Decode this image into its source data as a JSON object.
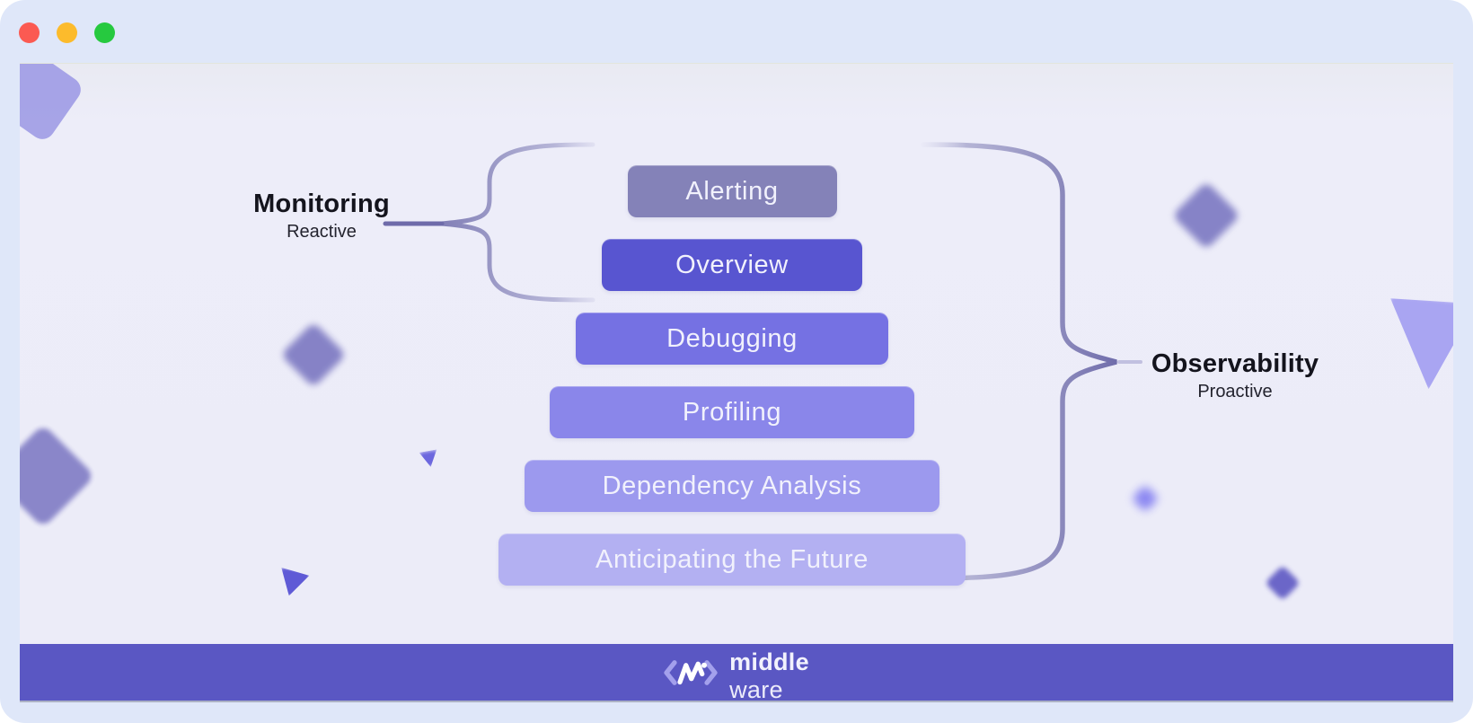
{
  "window": {
    "controls": [
      {
        "name": "close",
        "color": "#FB5A52"
      },
      {
        "name": "minimize",
        "color": "#FCBB2C"
      },
      {
        "name": "zoom",
        "color": "#26C93F"
      }
    ]
  },
  "diagram": {
    "left_label": {
      "title": "Monitoring",
      "subtitle": "Reactive"
    },
    "right_label": {
      "title": "Observability",
      "subtitle": "Proactive"
    },
    "stack": [
      {
        "label": "Alerting",
        "color": "#8482B8"
      },
      {
        "label": "Overview",
        "color": "#5855D0"
      },
      {
        "label": "Debugging",
        "color": "#7571E3"
      },
      {
        "label": "Profiling",
        "color": "#8A86EA"
      },
      {
        "label": "Dependency Analysis",
        "color": "#9C99EE"
      },
      {
        "label": "Anticipating the Future",
        "color": "#B3B0F2"
      }
    ]
  },
  "footer": {
    "brand_bold": "middle",
    "brand_light": "ware",
    "bar_color": "#5A57C3",
    "logo": "middleware-logo"
  },
  "theme": {
    "frame_color": "#DFE7F9",
    "slide_color": "#EDEDF9",
    "brace_dark": "#6E6BAA",
    "brace_light": "#C8C7E3",
    "label_color": "#14141D"
  }
}
